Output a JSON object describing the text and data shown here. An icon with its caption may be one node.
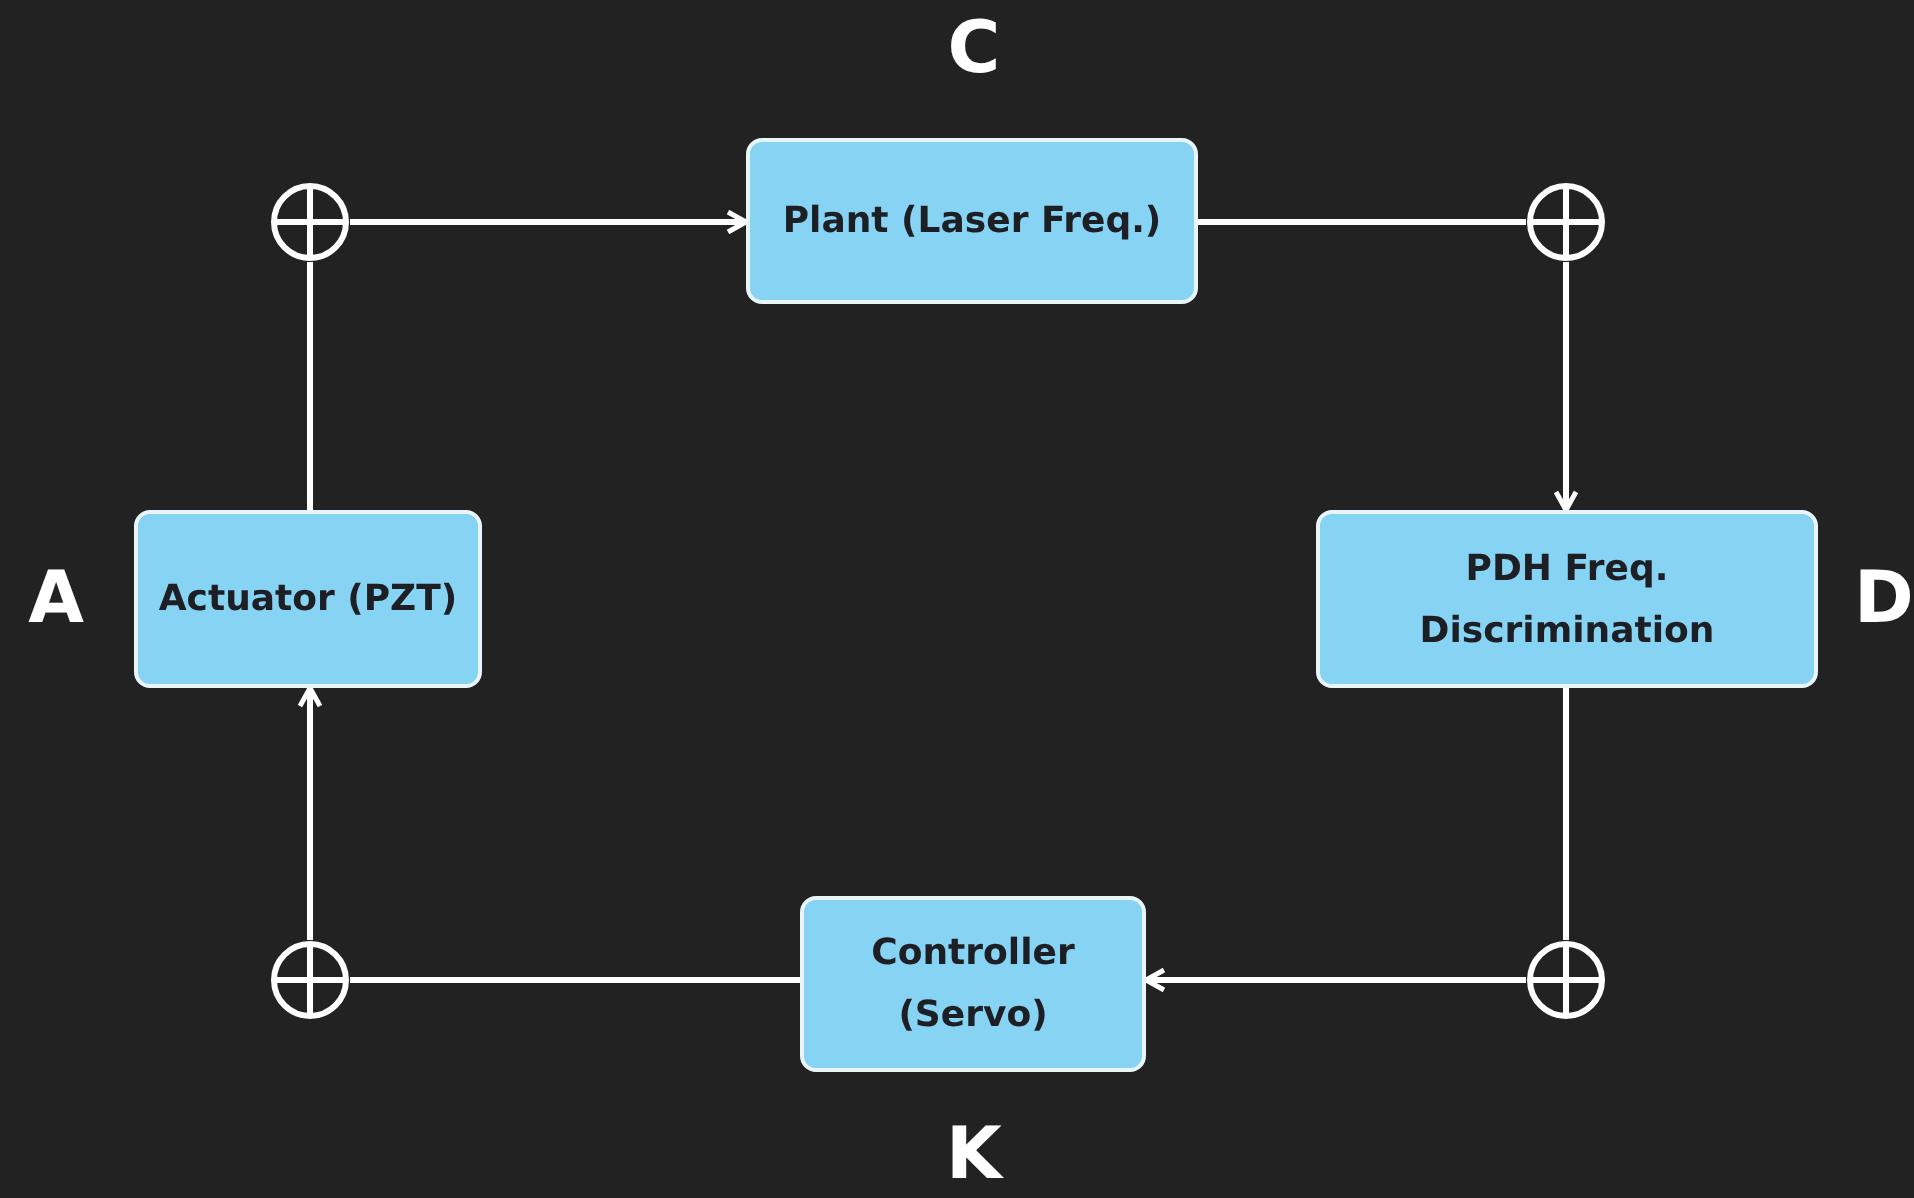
{
  "diagram": {
    "nodes": [
      {
        "text": [],
        "shape": "circle"
      },
      {
        "text": [
          "Plant (Laser Freq.)"
        ]
      },
      {
        "text": [],
        "shape": "circle"
      },
      {
        "text": [
          "Actuator (PZT)"
        ]
      },
      {
        "text": [
          "PDH Freq. Discrimination"
        ]
      },
      {
        "text": [],
        "shape": "circle"
      },
      {
        "text": [
          "Controller (Servo)"
        ]
      },
      {
        "text": [],
        "shape": "circle"
      }
    ],
    "edges": [
      {
        "from": 0,
        "to": 1,
        "arrow": "to"
      },
      {
        "from": 1,
        "to": 2,
        "arrow": "none"
      },
      {
        "from": 2,
        "to": 4,
        "arrow": "to"
      },
      {
        "from": 4,
        "to": 7,
        "arrow": "none"
      },
      {
        "from": 7,
        "to": 6,
        "arrow": "to"
      },
      {
        "from": 6,
        "to": 5,
        "arrow": "none"
      },
      {
        "from": 5,
        "to": 3,
        "arrow": "to"
      },
      {
        "from": 3,
        "to": 0,
        "arrow": "none"
      }
    ],
    "labels": [
      "C",
      "A",
      "D",
      "K"
    ]
  }
}
